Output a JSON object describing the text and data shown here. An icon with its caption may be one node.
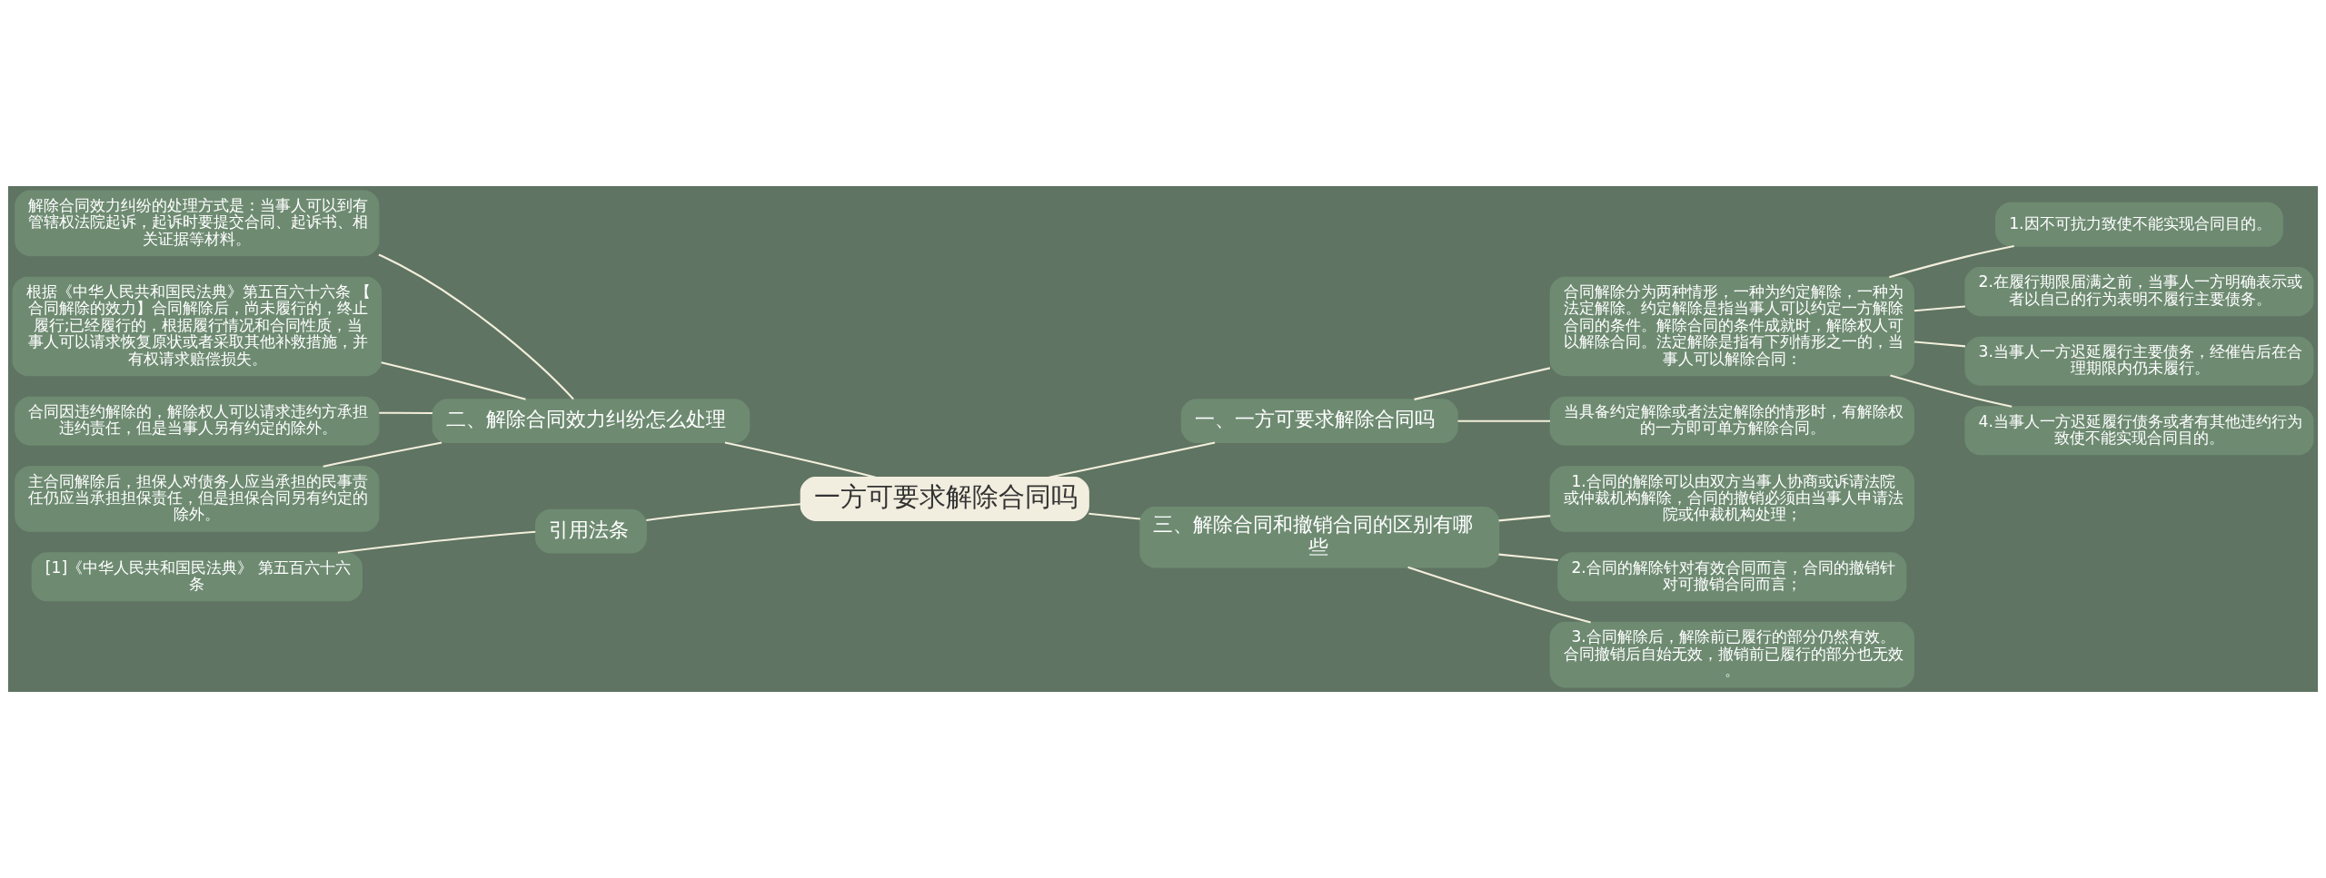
{
  "diagram": {
    "nodes": [
      {
        "text": [
          "一方可要求解除合同吗"
        ]
      },
      {
        "text": [
          "一、一方可要求解除合同吗"
        ]
      },
      {
        "text": [
          "合同解除分为两种情形，一种为约定解除，一种为法定解除。约定解除是指当事人可以约定一方解除合同的条件。解除合同的条件成就时，解除权人可以解除合同。法定解除是指有下列情形之一的，当事人可以解除合同："
        ]
      },
      {
        "text": [
          "1.因不可抗力致使不能实现合同目的。"
        ]
      },
      {
        "text": [
          "2.在履行期限届满之前，当事人一方明确表示或者以自己的行为表明不履行主要债务。"
        ]
      },
      {
        "text": [
          "3.当事人一方迟延履行主要债务，经催告后在合理期限内仍未履行。"
        ]
      },
      {
        "text": [
          "4.当事人一方迟延履行债务或者有其他违约行为致使不能实现合同目的。"
        ]
      },
      {
        "text": [
          "当具备约定解除或者法定解除的情形时，有解除权的一方即可单方解除合同。"
        ]
      },
      {
        "text": [
          "二、解除合同效力纠纷怎么处理"
        ]
      },
      {
        "text": [
          "解除合同效力纠纷的处理方式是：当事人可以到有管辖权法院起诉，起诉时要提交合同、起诉书、相关证据等材料。"
        ]
      },
      {
        "text": [
          "根据《中华人民共和国民法典》第五百六十六条 【合同解除的效力】合同解除后，尚未履行的，终止履行;已经履行的，根据履行情况和合同性质，当事人可以请求恢复原状或者采取其他补救措施，并有权请求赔偿损失。"
        ]
      },
      {
        "text": [
          "合同因违约解除的，解除权人可以请求违约方承担违约责任，但是当事人另有约定的除外。"
        ]
      },
      {
        "text": [
          "主合同解除后，担保人对债务人应当承担的民事责任仍应当承担担保责任，但是担保合同另有约定的除外。"
        ]
      },
      {
        "text": [
          "三、解除合同和撤销合同的区别有哪些"
        ]
      },
      {
        "text": [
          "1.合同的解除可以由双方当事人协商或诉请法院或仲裁机构解除，合同的撤销必须由当事人申请法院或仲裁机构处理；"
        ]
      },
      {
        "text": [
          "2.合同的解除针对有效合同而言，合同的撤销针对可撤销合同而言；"
        ]
      },
      {
        "text": [
          "3.合同解除后，解除前已履行的部分仍然有效。合同撤销后自始无效，撤销前已履行的部分也无效。"
        ]
      },
      {
        "text": [
          "引用法条"
        ]
      },
      {
        "text": [
          "[1]《中华人民共和国民法典》 第五百六十六条"
        ]
      }
    ],
    "edges": [
      {
        "from": 0,
        "to": 1,
        "arrow": "none"
      },
      {
        "from": 1,
        "to": 2,
        "arrow": "none"
      },
      {
        "from": 2,
        "to": 3,
        "arrow": "none"
      },
      {
        "from": 2,
        "to": 4,
        "arrow": "none"
      },
      {
        "from": 2,
        "to": 5,
        "arrow": "none"
      },
      {
        "from": 2,
        "to": 6,
        "arrow": "none"
      },
      {
        "from": 1,
        "to": 7,
        "arrow": "none"
      },
      {
        "from": 0,
        "to": 8,
        "arrow": "none"
      },
      {
        "from": 8,
        "to": 9,
        "arrow": "none"
      },
      {
        "from": 8,
        "to": 10,
        "arrow": "none"
      },
      {
        "from": 8,
        "to": 11,
        "arrow": "none"
      },
      {
        "from": 8,
        "to": 12,
        "arrow": "none"
      },
      {
        "from": 0,
        "to": 13,
        "arrow": "none"
      },
      {
        "from": 13,
        "to": 14,
        "arrow": "none"
      },
      {
        "from": 13,
        "to": 15,
        "arrow": "none"
      },
      {
        "from": 13,
        "to": 16,
        "arrow": "none"
      },
      {
        "from": 0,
        "to": 17,
        "arrow": "none"
      },
      {
        "from": 17,
        "to": 18,
        "arrow": "none"
      }
    ]
  }
}
